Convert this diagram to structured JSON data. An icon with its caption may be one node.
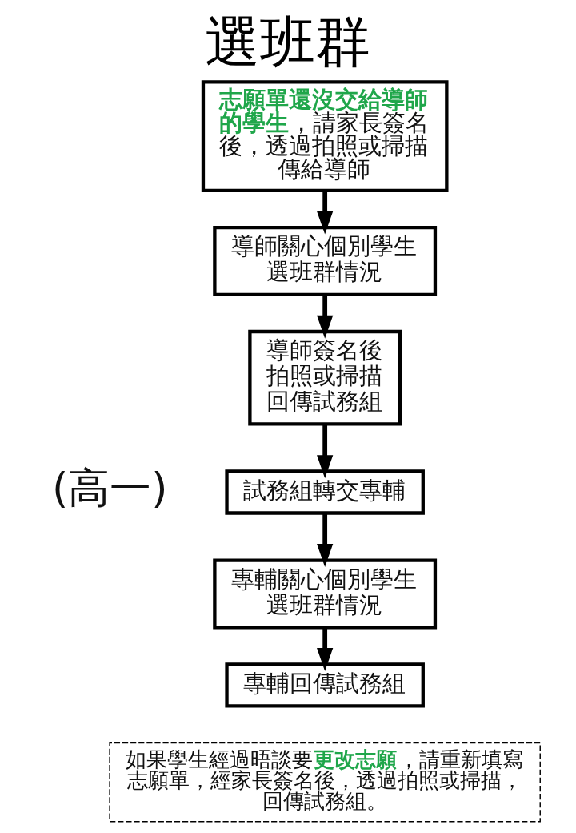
{
  "diagram": {
    "title": "選班群",
    "nodes": [
      {
        "text": [
          "**志願單還沒交給導師的學生**，請家長簽名後，透過拍照或掃描傳給導師"
        ]
      },
      {
        "text": [
          "導師關心個別學生選班群情況"
        ]
      },
      {
        "text": [
          "導師簽名後拍照或掃描回傳試務組"
        ]
      },
      {
        "text": [
          "試務組轉交專輔"
        ]
      },
      {
        "text": [
          "專輔關心個別學生選班群情況"
        ]
      },
      {
        "text": [
          "專輔回傳試務組"
        ]
      },
      {
        "text": [
          "如果學生經過晤談要**更改志願**，請重新填寫志願單，經家長簽名後，透過拍照或掃描，回傳試務組。"
        ]
      }
    ],
    "edges": [
      {
        "from": 0,
        "to": 1,
        "arrow": "to"
      },
      {
        "from": 1,
        "to": 2,
        "arrow": "to"
      },
      {
        "from": 2,
        "to": 3,
        "arrow": "to"
      },
      {
        "from": 3,
        "to": 4,
        "arrow": "to"
      },
      {
        "from": 4,
        "to": 5,
        "arrow": "to"
      }
    ],
    "labels": [
      "(高一)"
    ]
  }
}
